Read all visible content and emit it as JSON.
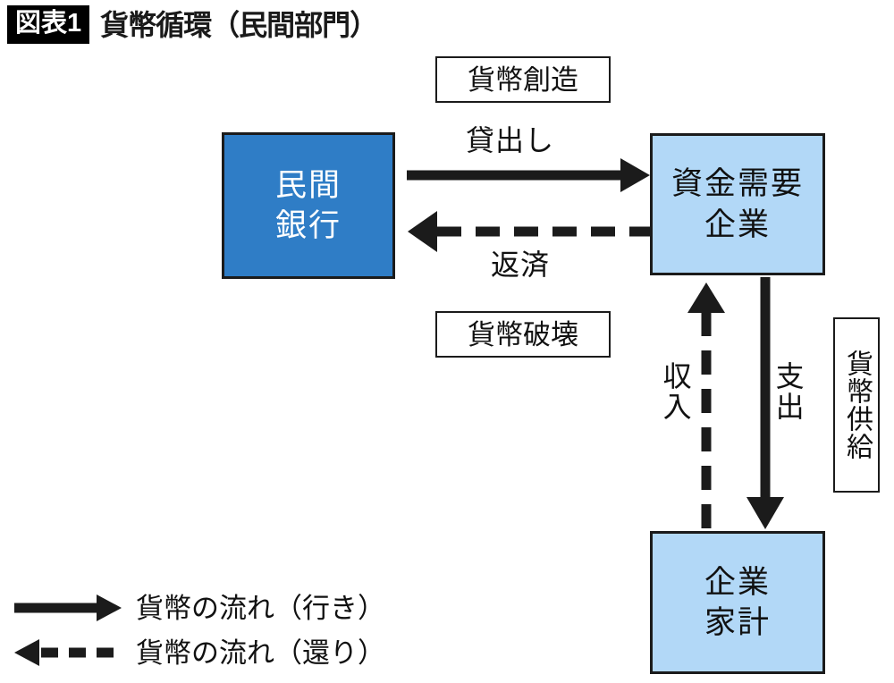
{
  "header": {
    "badge": "図表1",
    "title": "貨幣循環（民間部門）"
  },
  "entities": {
    "bank": {
      "line1": "民間",
      "line2": "銀行",
      "color": "#2f7dc6",
      "text_color": "#ffffff"
    },
    "firm": {
      "line1": "資金需要",
      "line2": "企業",
      "color": "#b2d8f7",
      "text_color": "#111111"
    },
    "household": {
      "line1": "企業",
      "line2": "家計",
      "color": "#b2d8f7",
      "text_color": "#111111"
    }
  },
  "captions": {
    "money_creation": "貨幣創造",
    "money_destruction": "貨幣破壊",
    "money_supply": "貨幣供給"
  },
  "flows": {
    "lending": "貸出し",
    "repayment": "返済",
    "income": "収入",
    "expenditure": "支出"
  },
  "legend": {
    "items": [
      {
        "style": "solid",
        "label": "貨幣の流れ（行き）"
      },
      {
        "style": "dashed",
        "label": "貨幣の流れ（還り）"
      }
    ]
  },
  "colors": {
    "ink": "#1b1b1b",
    "bank_blue": "#2f7dc6",
    "entity_blue": "#b2d8f7",
    "page_bg": "#ffffff"
  }
}
